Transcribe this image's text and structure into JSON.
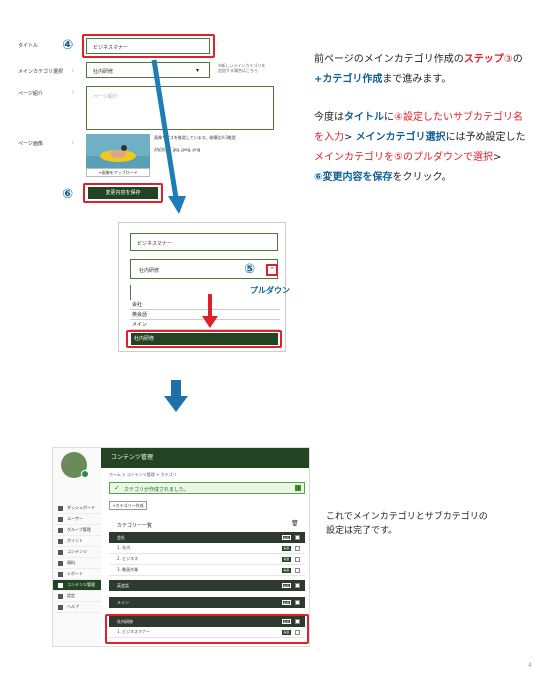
{
  "form": {
    "title_label": "タイトル",
    "title_value": "ビジネスマナー",
    "main_cat_label": "メインカテゴリ選択",
    "main_cat_value": "社内研修",
    "main_cat_note": "※新しいメインカテゴリを追加する場合はこちら",
    "intro_label": "ページ紹介",
    "intro_placeholder": "ページ紹介",
    "image_label": "ページ画像",
    "image_note1": "画像サイズを推奨しています。縦横比4:3推奨",
    "image_note2": "対応形式: jpg, jpeg, png",
    "upload_label": "+画像をアップロード",
    "save_label": "変更内容を保存",
    "colon": ":"
  },
  "steps": {
    "s4": "④",
    "s5": "⑤",
    "s6": "⑥"
  },
  "zoom": {
    "title_value": "ビジネスマナー",
    "select_value": "社内研修",
    "pulldown_label": "プルダウン",
    "options": [
      "会社",
      "英会話",
      "メイン",
      "社内研修"
    ]
  },
  "instruction1": {
    "p1_a": "前ページのメインカテゴリ作成の",
    "p1_b": "ステップ",
    "p1_c": "③",
    "p1_d": "の",
    "p1_e": "+カテゴリ作成",
    "p1_f": "まで進みます。",
    "p2_a": "今度は",
    "p2_b": "タイトル",
    "p2_c": "に",
    "p2_d": "④設定したいサブカテゴリ名を入力",
    "p2_e": "> ",
    "p2_f": "メインカテゴリ選択",
    "p2_g": "には予め設定した",
    "p2_h": "メインカテゴリを⑤のプルダウンで選択",
    "p2_i": ">",
    "p2_j": "⑥変更内容を保存",
    "p2_k": "をクリック。"
  },
  "instruction2": {
    "line1": "これでメインカテゴリとサブカテゴリの",
    "line2": "設定は完了です。"
  },
  "admin": {
    "header": "コンテンツ管理",
    "breadcrumb": "ホーム > コンテンツ管理 > カテゴリ",
    "success": "カテゴリが作成されました。",
    "add_button": "+カテゴリー作成",
    "list_title": "カテゴリー一覧",
    "sidebar": [
      "ダッシュボード",
      "ユーザー",
      "グループ管理",
      "ポイント",
      "コンテンツ",
      "資料",
      "レポート",
      "コンテンツ管理",
      "設定",
      "ヘルプ"
    ],
    "rows": [
      {
        "type": "head",
        "label": "会社",
        "badge": "編集"
      },
      {
        "type": "sub",
        "label": "1. 社内",
        "badge": "編集"
      },
      {
        "type": "sub",
        "label": "2. ビジネス",
        "badge": "編集"
      },
      {
        "type": "sub",
        "label": "3. 動画作業",
        "badge": "編集"
      },
      {
        "type": "head",
        "label": "英会話",
        "badge": "編集"
      },
      {
        "type": "head",
        "label": "メイン",
        "badge": "編集"
      },
      {
        "type": "head",
        "label": "社内研修",
        "badge": "編集"
      },
      {
        "type": "sub",
        "label": "1. ビジネスマナー",
        "badge": "編集"
      }
    ]
  },
  "page_number": "4",
  "colors": {
    "accent_red": "#e0202a",
    "accent_blue": "#0e5f96",
    "dark_green": "#234422"
  }
}
